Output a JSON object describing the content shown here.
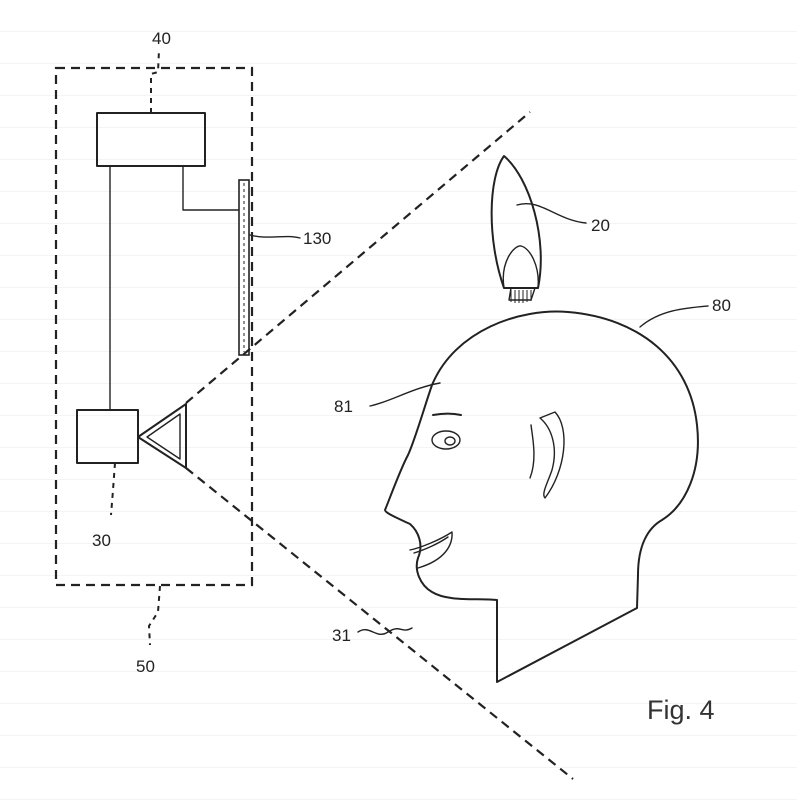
{
  "labels": {
    "module": "40",
    "camera": "30",
    "housing": "50",
    "display": "130",
    "applicator": "20",
    "head": "80",
    "face": "81",
    "field_of_view": "31"
  },
  "figure_caption": "Fig. 4"
}
